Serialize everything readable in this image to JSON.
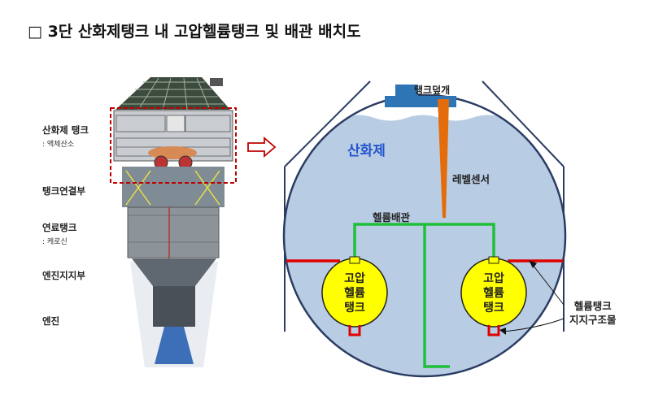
{
  "title": "□ 3단 산화제탱크 내 고압헬륨탱크 및 배관 배치도",
  "left_labels": {
    "oxidizer_tank": "산화제 탱크",
    "oxidizer_sub": ": 액체산소",
    "tank_connector": "탱크연결부",
    "fuel_tank": "연료탱크",
    "fuel_sub": ": 케로신",
    "engine_mount": "엔진지지부",
    "engine": "엔진"
  },
  "diagram": {
    "lid": "탱크덮개",
    "oxidizer": "산화제",
    "level_sensor": "레벨센서",
    "helium_pipe": "헬륨배관",
    "helium_tank_line1": "고압",
    "helium_tank_line2": "헬륨",
    "helium_tank_line3": "탱크",
    "support_line1": "헬륨탱크",
    "support_line2": "지지구조물"
  },
  "colors": {
    "liquid": "#b8cce4",
    "sensor": "#e46c0a",
    "pipe": "#1fbf3a",
    "support": "#e00000",
    "helium_tank": "#ffff00",
    "highlight_box": "#c00000",
    "arrow": "#c00000"
  }
}
